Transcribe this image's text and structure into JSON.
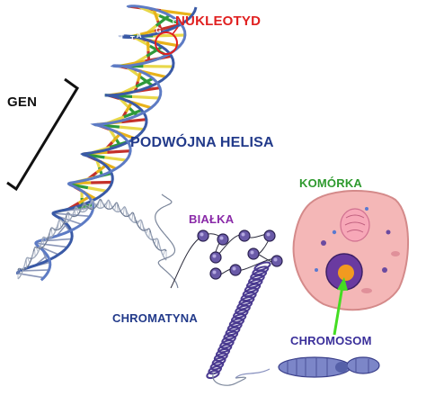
{
  "labels": {
    "nukleotyd": "NUKLEOTYD",
    "gen": "GEN",
    "podwojna_helisa": "PODWÓJNA HELISA",
    "komorka": "KOMÓRKA",
    "bialka": "BIAŁKA",
    "chromatyna": "CHROMATYNA",
    "chromosom": "CHROMOSOM"
  },
  "bases": [
    "C",
    "G",
    "A",
    "T",
    "C",
    "G",
    "A",
    "T"
  ],
  "colors": {
    "nukleotyd": "#e02020",
    "gen": "#111111",
    "helisa": "#223a8a",
    "komorka": "#2e9a2e",
    "bialka": "#8a2aa8",
    "chromatyna": "#223a8a",
    "chromosom": "#3a2f9a",
    "backbone": "#3a5aa6",
    "base_pairs": [
      "#e8b21a",
      "#2f9a3a",
      "#c4302a",
      "#e8d84a"
    ],
    "cell": "#f2b0b0",
    "nucleus": "#6a3aa0",
    "arrow": "#44dd22"
  }
}
